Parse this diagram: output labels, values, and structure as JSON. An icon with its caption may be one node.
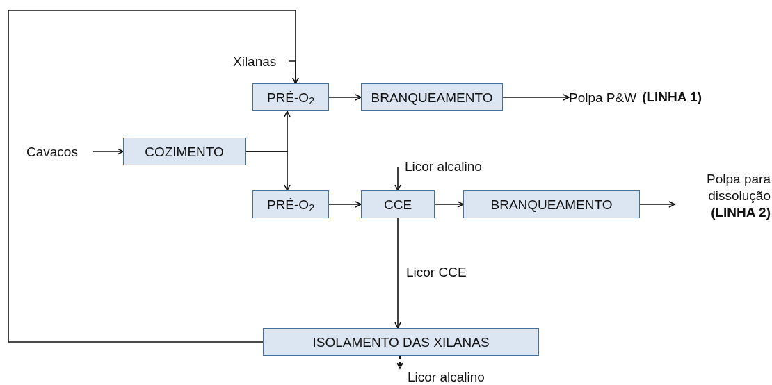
{
  "diagram": {
    "nodes": [
      {
        "text": [
          "Xilanas"
        ]
      },
      {
        "text": [
          "PRÉ-O$_{2}$"
        ]
      },
      {
        "text": [
          "BRANQUEAMENTO"
        ]
      },
      {
        "text": [
          "Polpa P&W"
        ],
        "beside": [
          "(LINHA 1)"
        ]
      },
      {
        "text": [
          "Cavacos"
        ]
      },
      {
        "text": [
          "COZIMENTO"
        ]
      },
      {
        "text": [
          "Licor alcalino"
        ]
      },
      {
        "text": [
          "PRÉ-O$_{2}$"
        ]
      },
      {
        "text": [
          "CCE"
        ]
      },
      {
        "text": [
          "BRANQUEAMENTO"
        ]
      },
      {
        "text": [
          "Polpa para dissolução"
        ],
        "beside": [
          "(LINHA 2)"
        ]
      },
      {
        "text": [
          "ISOLAMENTO DAS XILANAS"
        ]
      },
      {
        "text": [
          "Licor alcalino"
        ]
      }
    ],
    "edges": [
      {
        "from": 0,
        "to": 1,
        "arrow": "to"
      },
      {
        "from": 1,
        "to": 2,
        "arrow": "to"
      },
      {
        "from": 2,
        "to": 3,
        "arrow": "to"
      },
      {
        "from": 4,
        "to": 5,
        "arrow": "to"
      },
      {
        "from": 5,
        "to": 1,
        "arrow": "to"
      },
      {
        "from": 5,
        "to": 7,
        "arrow": "to"
      },
      {
        "from": 6,
        "to": 8,
        "arrow": "to"
      },
      {
        "from": 7,
        "to": 8,
        "arrow": "to"
      },
      {
        "from": 8,
        "to": 9,
        "arrow": "to"
      },
      {
        "from": 9,
        "to": 10,
        "arrow": "to"
      },
      {
        "from": 8,
        "to": 11,
        "arrow": "to",
        "label": "Licor CCE"
      },
      {
        "from": 11,
        "to": 1,
        "arrow": "to"
      },
      {
        "from": 11,
        "to": 12,
        "arrow": "to",
        "style": "dashed"
      }
    ]
  }
}
